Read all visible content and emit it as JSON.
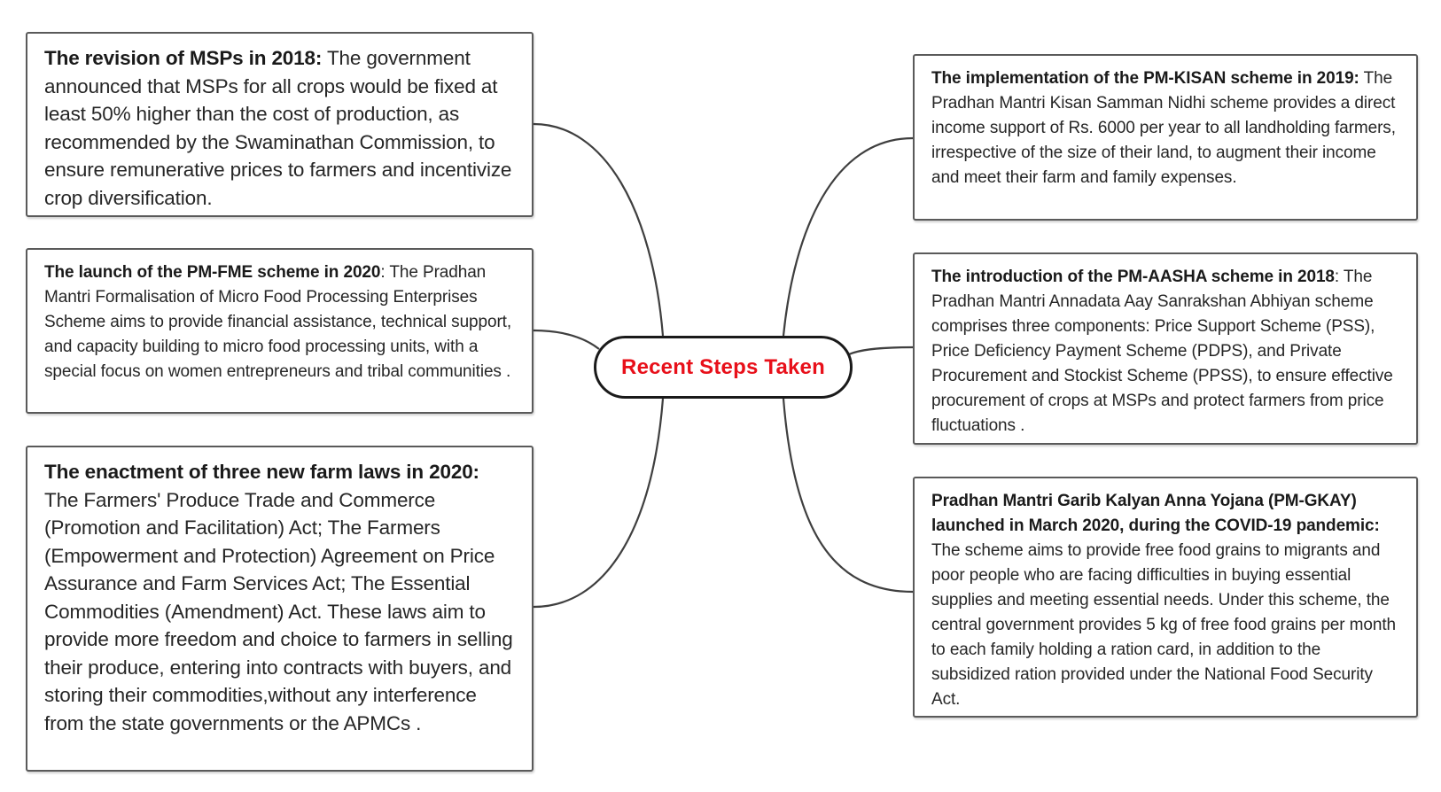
{
  "center": {
    "title": "Recent Steps Taken",
    "color": "#e8101a"
  },
  "left_nodes": [
    {
      "heading": "The revision of MSPs in 2018:",
      "body": " The government announced that MSPs for all crops would be fixed at least 50% higher than the cost of production, as recommended by the Swaminathan Commission, to ensure remunerative prices to farmers and incentivize crop diversification."
    },
    {
      "heading": "The launch of the PM-FME scheme in 2020",
      "body": ": The Pradhan Mantri Formalisation of Micro Food Processing Enterprises Scheme aims to provide financial assistance, technical support, and capacity building to micro food processing units, with a special focus on women entrepreneurs and tribal communities ."
    },
    {
      "heading": "The enactment of three new farm laws in 2020:",
      "body": " The Farmers' Produce Trade and Commerce (Promotion and Facilitation) Act; The Farmers (Empowerment and Protection) Agreement on Price Assurance and Farm Services Act; The Essential Commodities (Amendment) Act. These laws aim to provide more freedom and choice to farmers in selling their produce, entering into contracts with buyers, and storing their commodities,without any interference from the state governments or the APMCs ."
    }
  ],
  "right_nodes": [
    {
      "heading": "The implementation of the PM-KISAN scheme in 2019:",
      "body": " The Pradhan Mantri Kisan Samman Nidhi scheme provides a direct income support of Rs. 6000 per year to all landholding farmers, irrespective of the size of their land, to augment their income and meet their farm and family expenses."
    },
    {
      "heading": "The introduction of the PM-AASHA scheme in 2018",
      "body": ": The Pradhan Mantri Annadata Aay Sanrakshan Abhiyan scheme comprises three components: Price Support Scheme (PSS), Price Deficiency Payment Scheme (PDPS), and Private Procurement and Stockist Scheme (PPSS), to ensure effective procurement of crops at MSPs and protect farmers from price fluctuations ."
    },
    {
      "heading": "Pradhan Mantri Garib Kalyan Anna Yojana (PM-GKAY) launched in March 2020, during the COVID-19 pandemic:",
      "body": "  The scheme aims to provide free food grains to migrants and poor people who are facing difficulties in buying essential supplies and meeting essential needs. Under this scheme, the central government provides 5 kg of free food grains per month to each family holding a ration card, in addition to the subsidized ration provided under the National Food Security Act."
    }
  ]
}
